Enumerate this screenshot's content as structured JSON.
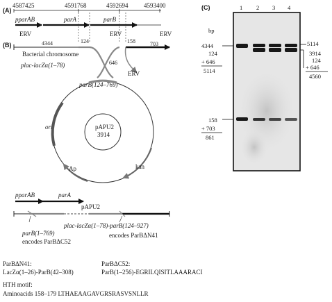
{
  "panels": {
    "a": "(A)",
    "b": "(B)",
    "c": "(C)"
  },
  "panel_a": {
    "coords": [
      "4587425",
      "4591768",
      "4592694",
      "4593400"
    ],
    "genes": {
      "pparAB": "pparAB",
      "parA": "parA",
      "parB": "parB"
    },
    "erv_left": "ERV",
    "erv_mid": "ERV",
    "erv_right": "ERV",
    "num_4344": "4344",
    "num_124": "124",
    "num_158": "158",
    "num_703": "703",
    "chromosome": "Bacterial chromosome"
  },
  "plasmid": {
    "plac": "plac-lacZα(1–78)",
    "num_646": "646",
    "erv": "ERV",
    "parB_frag": "parB(124–769)",
    "name": "pAPU2",
    "size": "3914",
    "ori": "ori",
    "ap": "Ap",
    "kan": "kan"
  },
  "bottom_map": {
    "pparAB": "pparAB",
    "parA": "parA",
    "papu2": "pAPU2",
    "parB_trunc": "parB(1–769)",
    "encodes_c52": "encodes ParBΔC52",
    "plac_fusion": "plac-lacZα(1–78)-parB(124–927)",
    "encodes_n41": "encodes ParBΔN41"
  },
  "footnotes": {
    "n41_title": "ParBΔN41:",
    "n41_seq": "LacZα(1–26)-ParB(42–308)",
    "c52_title": "ParBΔC52:",
    "c52_seq": "ParB(1–256)-EGRILQISITLAAARACI",
    "hth_title": "HTH motif:",
    "hth_seq": "Aminoacids 158–179 LTHAEAAGAVGRSRASVSNLLR"
  },
  "blot": {
    "lanes": [
      "1",
      "2",
      "3",
      "4"
    ],
    "bp": "bp",
    "left": {
      "a": "4344",
      "b": "124",
      "c": "+ 646",
      "sum": "5114",
      "d": "158",
      "e": "+ 703",
      "sum2": "861"
    },
    "right": {
      "a": "5114",
      "b": "3914",
      "c": "124",
      "d": "+ 646",
      "sum": "4560"
    }
  }
}
